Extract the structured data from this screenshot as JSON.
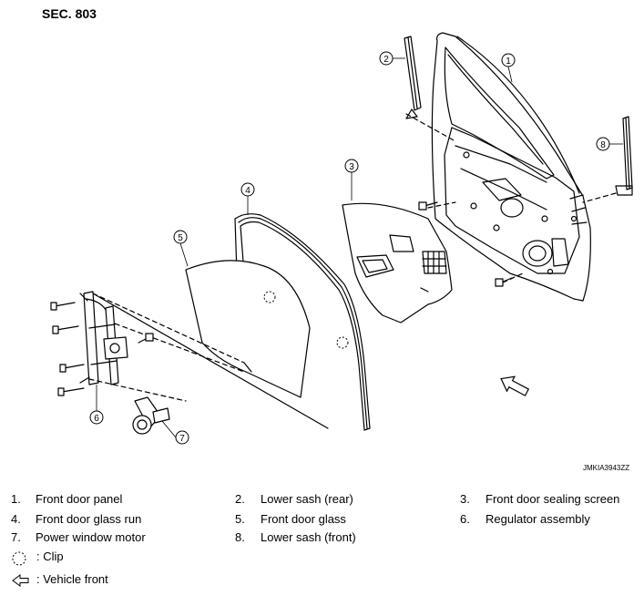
{
  "section_title": "SEC. 803",
  "figure_code": "JMKIA3943ZZ",
  "callouts": [
    "1",
    "2",
    "3",
    "4",
    "5",
    "6",
    "7",
    "8"
  ],
  "legend": [
    {
      "num": "1.",
      "text": "Front door panel"
    },
    {
      "num": "2.",
      "text": "Lower sash (rear)"
    },
    {
      "num": "3.",
      "text": "Front door sealing screen"
    },
    {
      "num": "4.",
      "text": "Front door glass run"
    },
    {
      "num": "5.",
      "text": "Front door glass"
    },
    {
      "num": "6.",
      "text": "Regulator assembly"
    },
    {
      "num": "7.",
      "text": "Power window motor"
    },
    {
      "num": "8.",
      "text": "Lower sash (front)"
    }
  ],
  "symbols": [
    {
      "icon": "clip-icon",
      "text": ": Clip"
    },
    {
      "icon": "vehicle-front-arrow-icon",
      "text": ": Vehicle front"
    }
  ]
}
